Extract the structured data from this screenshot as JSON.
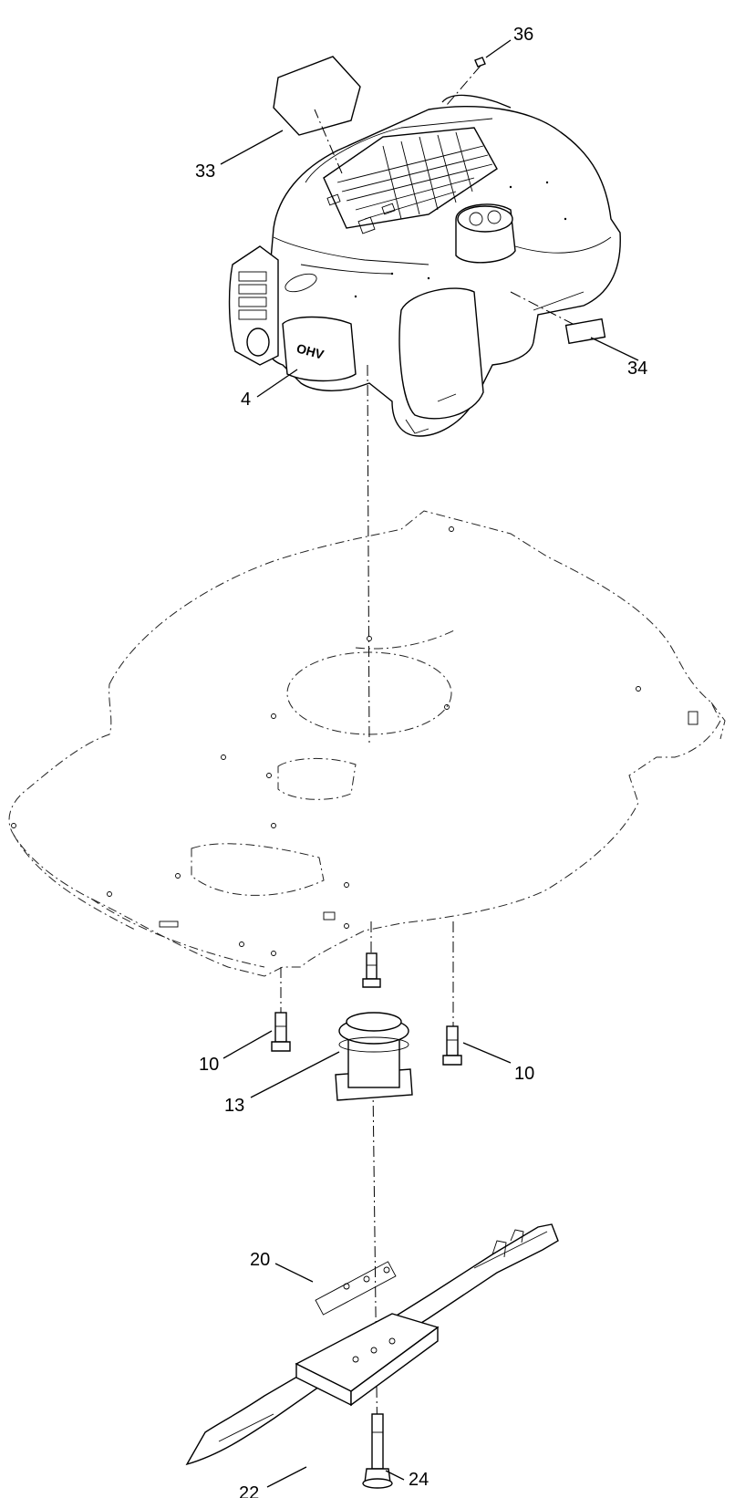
{
  "callouts": {
    "c36": "36",
    "c33": "33",
    "c34": "34",
    "c4": "4",
    "c10_left": "10",
    "c10_right": "10",
    "c13": "13",
    "c20": "20",
    "c22": "22",
    "c24": "24"
  },
  "engine_logo": "OHV"
}
